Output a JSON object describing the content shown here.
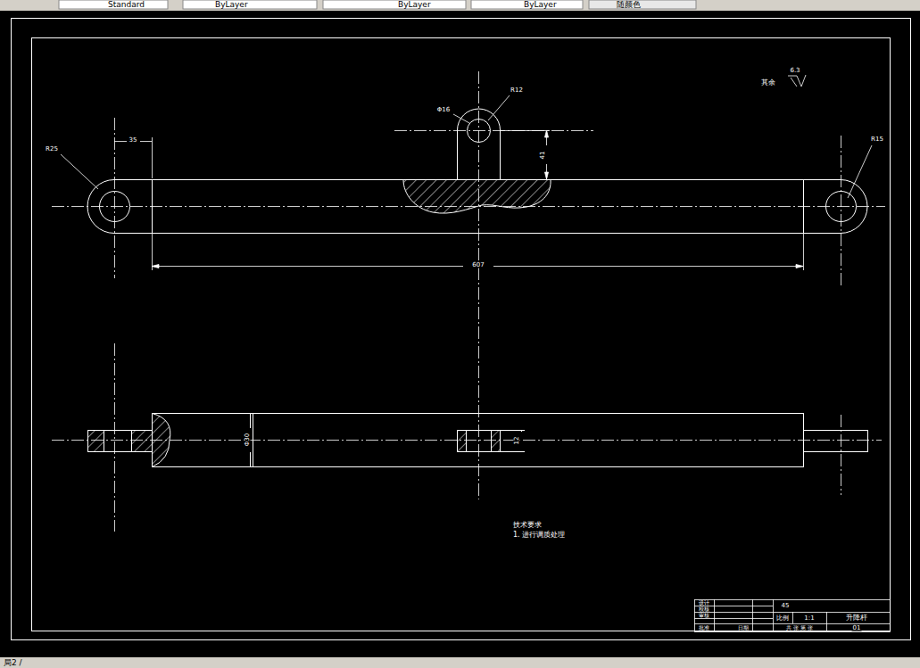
{
  "diagram": {
    "labels": [
      "Standard",
      "ByLayer",
      "ByLayer",
      "ByLayer",
      "随颜色",
      "R25",
      "35",
      "Φ16",
      "R12",
      "41",
      "607",
      "R15",
      "其余",
      "6.3",
      "Φ30",
      "12",
      "技术要求",
      "1. 进行调质处理",
      "设计",
      "校核",
      "审核",
      "批准",
      "45",
      "比例",
      "1:1",
      "升降杆",
      "共 张 第 张",
      "日期",
      "01",
      "局2 /"
    ]
  }
}
